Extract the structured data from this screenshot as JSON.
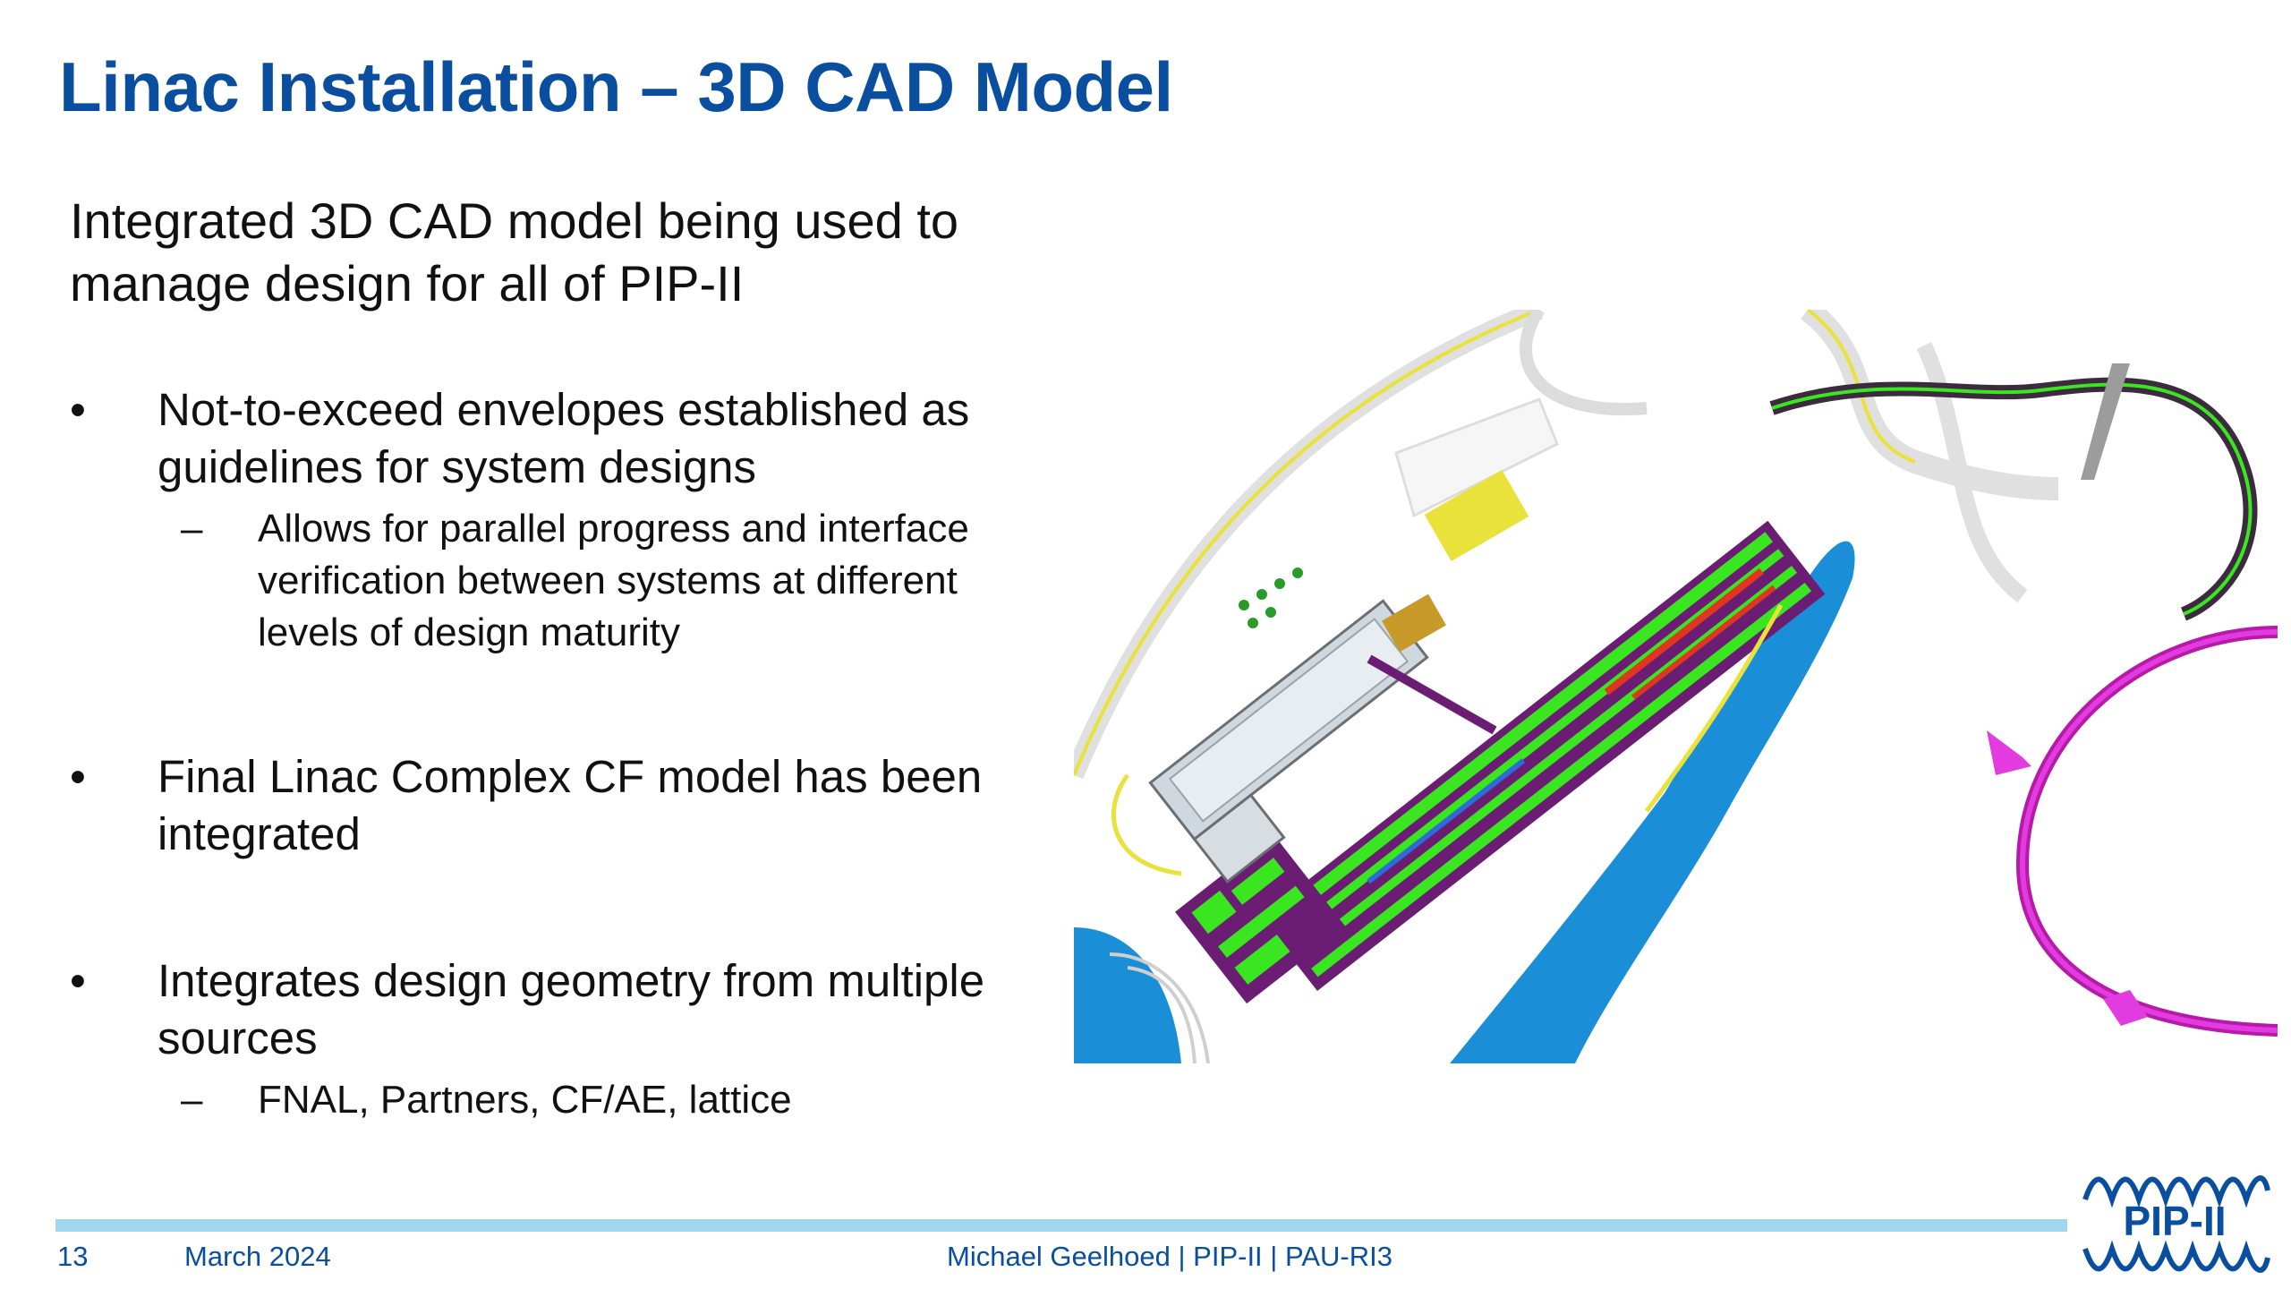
{
  "slide": {
    "title": "Linac Installation – 3D CAD Model",
    "intro": "Integrated 3D CAD model being used to manage design for all of PIP-II",
    "bullets": [
      {
        "marker": "•",
        "text": "Not-to-exceed envelopes established as guidelines for system designs",
        "sub": [
          {
            "marker": "–",
            "text": "Allows for parallel progress and interface verification between systems at different levels of design maturity"
          }
        ]
      },
      {
        "marker": "•",
        "text": "Final Linac Complex CF model has been integrated",
        "sub": []
      },
      {
        "marker": "•",
        "text": "Integrates design geometry from multiple sources",
        "sub": [
          {
            "marker": "–",
            "text": "FNAL, Partners, CF/AE, lattice"
          }
        ]
      }
    ]
  },
  "footer": {
    "page_number": "13",
    "date": "March 2024",
    "center": "Michael Geelhoed | PIP-II | PAU-RI3",
    "logo_text": "PIP-II"
  },
  "colors": {
    "title": "#0a4ea0",
    "footer_bar": "#9fd7ee",
    "cad_green": "#39e61f",
    "cad_magenta": "#d62bd6",
    "cad_purple": "#6b1d73",
    "cad_water": "#1a8fd8",
    "cad_yellow": "#e8e23a"
  }
}
